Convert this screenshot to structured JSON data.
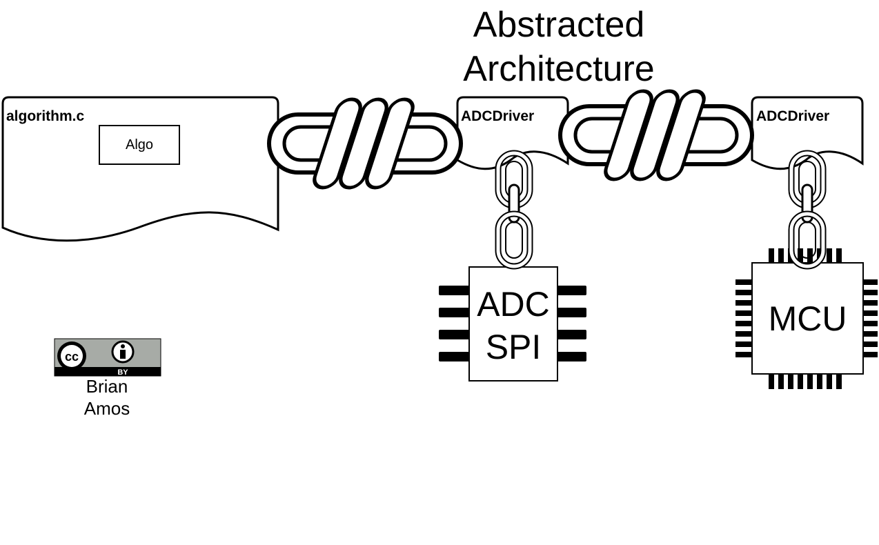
{
  "diagram": {
    "title": "Abstracted Architecture",
    "nodes": {
      "algorithm_doc": {
        "label": "algorithm.c",
        "inner_box": "Algo"
      },
      "adc_driver_1": {
        "label": "ADCDriver"
      },
      "adc_driver_2": {
        "label": "ADCDriver"
      },
      "adc_chip": {
        "line1": "ADC",
        "line2": "SPI"
      },
      "mcu_chip": {
        "label": "MCU"
      }
    },
    "connections": [
      {
        "from": "algorithm_doc",
        "to": "adc_driver_1",
        "style": "rope-knot"
      },
      {
        "from": "adc_driver_1",
        "to": "adc_driver_2",
        "style": "rope-knot"
      },
      {
        "from": "adc_driver_1",
        "to": "adc_chip",
        "style": "chain"
      },
      {
        "from": "adc_driver_2",
        "to": "mcu_chip",
        "style": "chain"
      }
    ]
  },
  "license": {
    "badge_text": "BY",
    "icon": "cc-by-icon",
    "author_line1": "Brian",
    "author_line2": "Amos"
  },
  "colors": {
    "stroke": "#000000",
    "background": "#ffffff",
    "badge_gray": "#a7aba6"
  }
}
